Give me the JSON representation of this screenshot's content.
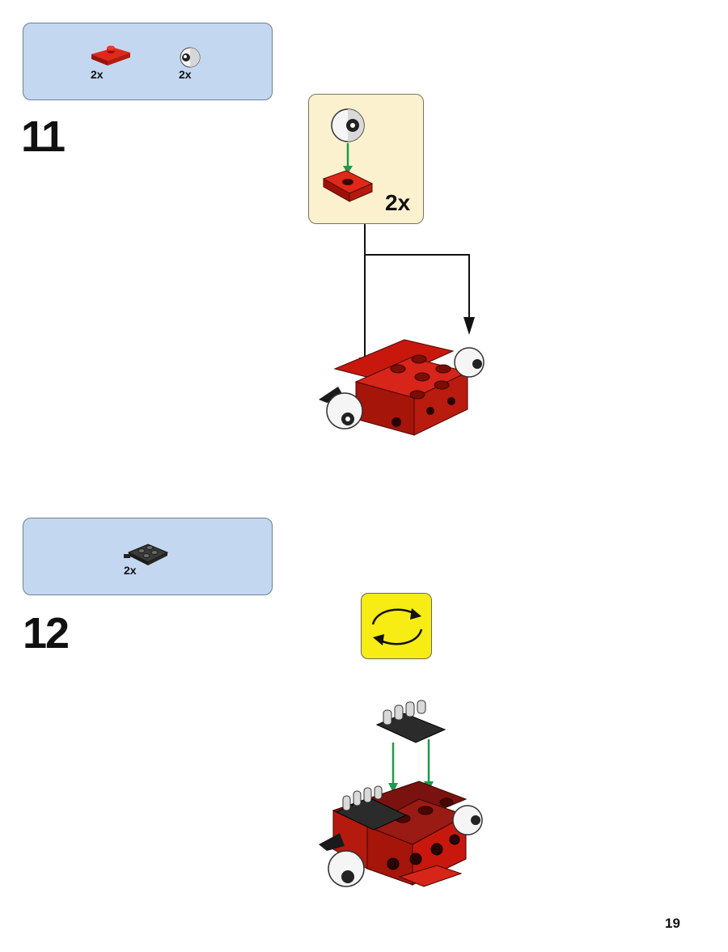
{
  "step11": {
    "number": "11",
    "parts": [
      {
        "name": "red-plate-1x2-jumper",
        "qty": "2x"
      },
      {
        "name": "white-eye-round-tile",
        "qty": "2x"
      }
    ],
    "callout_qty": "2x"
  },
  "step12": {
    "number": "12",
    "parts": [
      {
        "name": "black-hinge-plate-2x2",
        "qty": "2x"
      }
    ],
    "rotate_icon": "rotate-model-icon"
  },
  "page_number": "19",
  "colors": {
    "parts_box": "#c3d8f0",
    "callout_box": "#fbf1cf",
    "rotate_box": "#f7ec13",
    "brick_red": "#c8180d",
    "arrow_green": "#1f9a4a"
  }
}
